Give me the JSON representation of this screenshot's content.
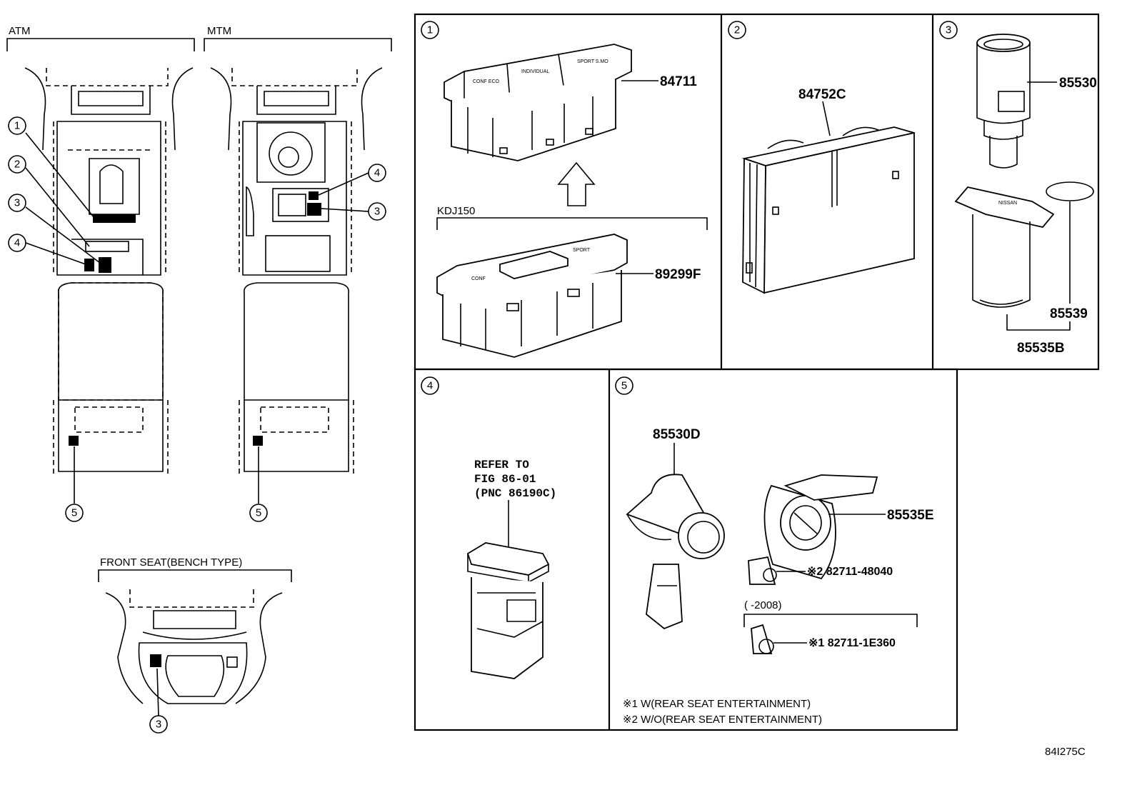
{
  "overview": {
    "atm_label": "ATM",
    "mtm_label": "MTM",
    "front_seat_label": "FRONT SEAT(BENCH TYPE)",
    "callouts": [
      "1",
      "2",
      "3",
      "4",
      "5"
    ]
  },
  "panels": {
    "p1": {
      "number": "1",
      "part_upper": "84711",
      "variant_label": "KDJ150",
      "part_lower": "89299F",
      "switch_text": [
        "CONF ECO",
        "INDIVIDUAL",
        "SPORT S.MO",
        "CONF",
        "SPORT"
      ]
    },
    "p2": {
      "number": "2",
      "part": "84752C"
    },
    "p3": {
      "number": "3",
      "part_a": "85530",
      "part_b": "85539",
      "part_c": "85535B",
      "lid_text": "NISSAN"
    },
    "p4": {
      "number": "4",
      "refer_line1": "REFER TO",
      "refer_line2": "FIG 86-01",
      "refer_line3": "(PNC 86190C)"
    },
    "p5": {
      "number": "5",
      "part_a": "85530D",
      "part_b": "85535E",
      "clip1": "※2 82711-48040",
      "range": "(      -2008)",
      "clip2": "※1 82711-1E360",
      "note1": "※1 W(REAR SEAT ENTERTAINMENT)",
      "note2": "※2 W/O(REAR SEAT ENTERTAINMENT)"
    }
  },
  "figure_code": "84I275C"
}
